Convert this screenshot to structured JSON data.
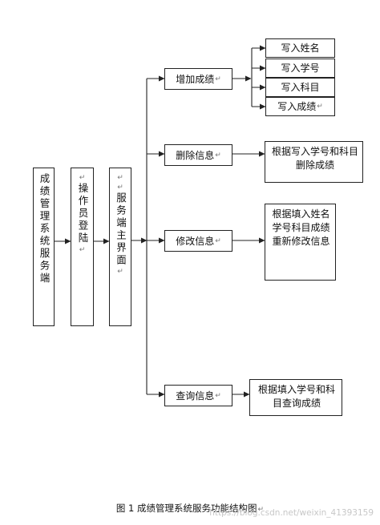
{
  "nodes": {
    "root": "成绩管理系统服务端",
    "login": "操作员登陆",
    "main": "服务端主界面",
    "branches": [
      {
        "label": "增加成绩",
        "leaves": [
          "写入姓名",
          "写入学号",
          "写入科目",
          "写入成绩"
        ]
      },
      {
        "label": "删除信息",
        "leaves": [
          "根据写入学号和科目删除成绩"
        ]
      },
      {
        "label": "修改信息",
        "leaves": [
          "根据填入姓名学号科目成绩重新修改信息"
        ]
      },
      {
        "label": "查询信息",
        "leaves": [
          "根据填入学号和科目查询成绩"
        ]
      }
    ]
  },
  "marks": {
    "paragraph": "↵"
  },
  "caption": "图 1  成绩管理系统服务功能结构图",
  "watermark": "https://blog.csdn.net/weixin_41393159",
  "colors": {
    "line": "#222222",
    "watermark": "#c7c7c7"
  }
}
